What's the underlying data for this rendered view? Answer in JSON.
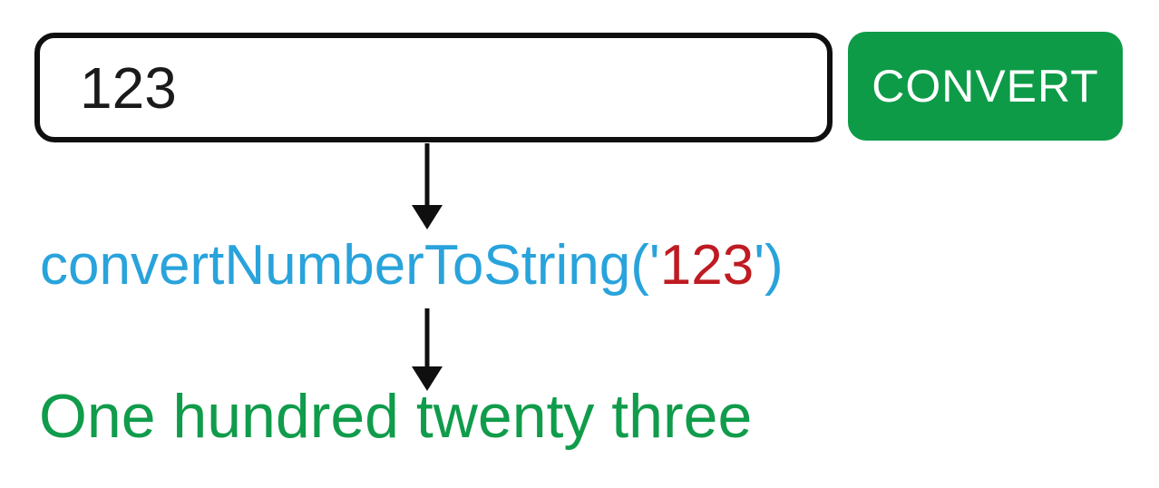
{
  "page": {
    "background": "#ffffff"
  },
  "input_box": {
    "value": "123",
    "border_color": "#0f0f0f",
    "text_color": "#1a1a1a"
  },
  "convert_button": {
    "label": "CONVERT",
    "background": "#0d9b47",
    "text_color": "#ffffff"
  },
  "arrows": {
    "color": "#0f0f0f",
    "direction": "down",
    "count": 2
  },
  "function_call": {
    "prefix": "convertNumberToString('",
    "argument": "123",
    "suffix": "')",
    "prefix_color": "#29a3db",
    "argument_color": "#bf1b22"
  },
  "result": {
    "text": "One hundred twenty three",
    "color": "#109c4b"
  }
}
